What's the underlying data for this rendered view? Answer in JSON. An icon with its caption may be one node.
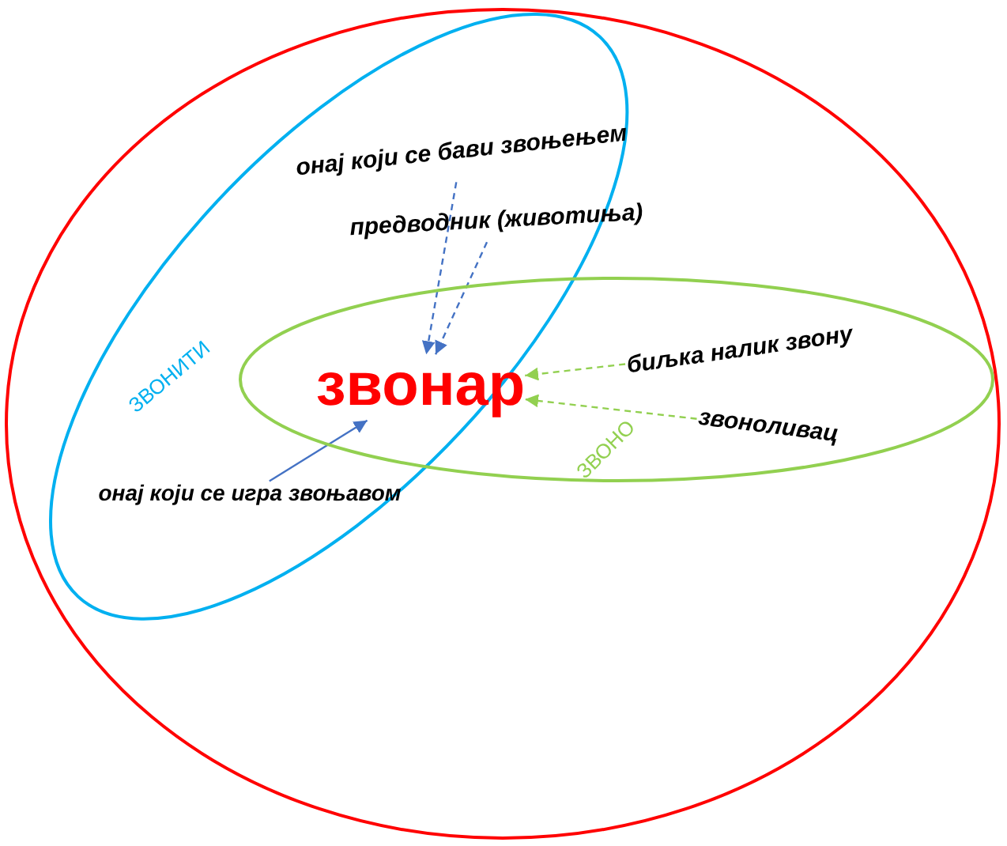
{
  "diagram": {
    "nodes": [
      {
        "text": [],
        "shape": "ellipse"
      },
      {
        "text": [
          "ЗВОНИТИ"
        ],
        "in": 0
      },
      {
        "text": [
          "ЗВОНО"
        ],
        "in": 0
      },
      {
        "text": [
          "звонар"
        ]
      },
      {
        "text": [
          "онај који се бави звоњењем"
        ],
        "in": 1
      },
      {
        "text": [
          "предводник (животиња)"
        ],
        "in": 0
      },
      {
        "text": [
          "биљка налик звону"
        ],
        "in": 2
      },
      {
        "text": [
          "звоноливац"
        ],
        "in": 2
      },
      {
        "text": [
          "онај који се игра звоњавом"
        ],
        "in": 1
      }
    ],
    "edges": [
      {
        "from": 4,
        "to": 3,
        "arrow": "to",
        "style": "dashed"
      },
      {
        "from": 5,
        "to": 3,
        "arrow": "to",
        "style": "dashed"
      },
      {
        "from": 6,
        "to": 3,
        "arrow": "to",
        "style": "dashed",
        "color": "#92d050"
      },
      {
        "from": 7,
        "to": 3,
        "arrow": "to",
        "style": "dashed",
        "color": "#92d050"
      },
      {
        "from": 8,
        "to": 3,
        "arrow": "to"
      }
    ]
  }
}
